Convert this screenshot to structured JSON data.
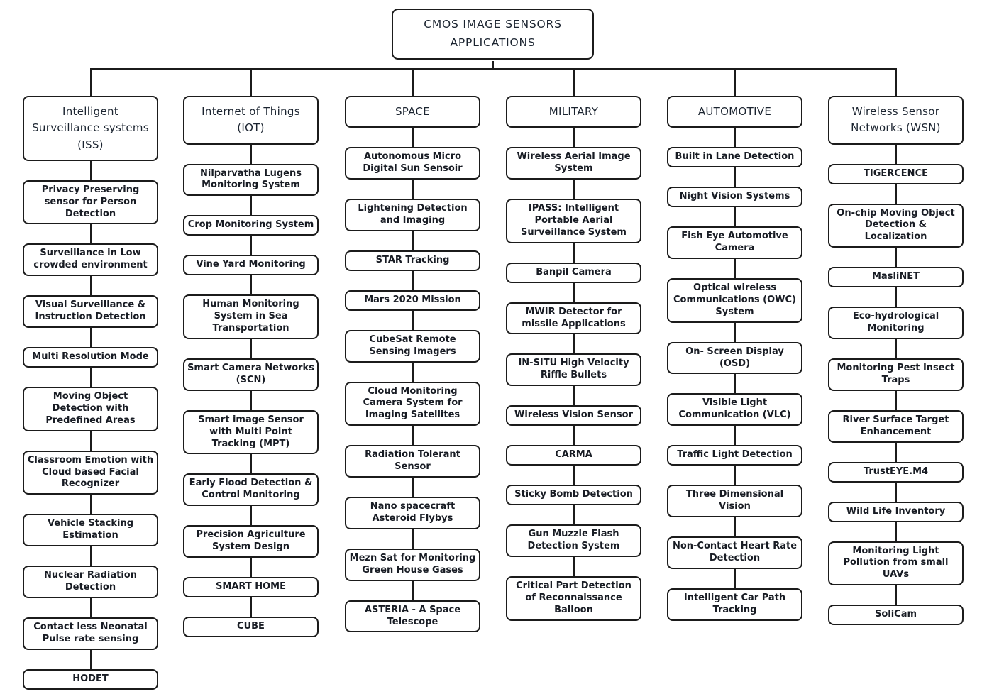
{
  "diagram": {
    "type": "tree",
    "root_title": "CMOS IMAGE SENSORS APPLICATIONS",
    "columns": [
      {
        "header": "Intelligent Surveillance systems (ISS)",
        "items": [
          "Privacy Preserving sensor for Person Detection",
          "Surveillance in Low crowded environment",
          "Visual Surveillance & Instruction Detection",
          "Multi Resolution Mode",
          "Moving Object Detection with Predefined Areas",
          "Classroom Emotion with Cloud based Facial Recognizer",
          "Vehicle Stacking Estimation",
          "Nuclear Radiation Detection",
          "Contact less Neonatal Pulse rate sensing",
          "HODET"
        ]
      },
      {
        "header": "Internet of Things (IOT)",
        "items": [
          "Nilparvatha Lugens Monitoring System",
          "Crop Monitoring System",
          "Vine Yard Monitoring",
          "Human Monitoring System in Sea Transportation",
          "Smart Camera Networks (SCN)",
          "Smart image Sensor with Multi Point Tracking (MPT)",
          "Early Flood Detection & Control Monitoring",
          "Precision Agriculture System Design",
          "SMART HOME",
          "CUBE"
        ]
      },
      {
        "header": "SPACE",
        "items": [
          "Autonomous Micro Digital Sun Sensoir",
          "Lightening Detection and Imaging",
          "STAR Tracking",
          "Mars 2020 Mission",
          "CubeSat Remote Sensing Imagers",
          "Cloud Monitoring Camera System for Imaging Satellites",
          "Radiation Tolerant Sensor",
          "Nano spacecraft Asteroid Flybys",
          "Mezn Sat for Monitoring Green House Gases",
          "ASTERIA - A Space Telescope"
        ]
      },
      {
        "header": "MILITARY",
        "items": [
          "Wireless Aerial Image System",
          "IPASS: Intelligent Portable Aerial Surveillance System",
          "Banpil Camera",
          "MWIR Detector for missile Applications",
          "IN-SITU High Velocity Riffle Bullets",
          "Wireless Vision Sensor",
          "CARMA",
          "Sticky Bomb Detection",
          "Gun Muzzle Flash Detection System",
          "Critical Part Detection of Reconnaissance Balloon"
        ]
      },
      {
        "header": "AUTOMOTIVE",
        "items": [
          "Built in Lane Detection",
          "Night Vision Systems",
          "Fish Eye Automotive Camera",
          "Optical wireless Communications (OWC) System",
          "On- Screen Display (OSD)",
          "Visible Light Communication (VLC)",
          "Traffic Light Detection",
          "Three Dimensional Vision",
          "Non-Contact Heart Rate Detection",
          "Intelligent Car Path Tracking"
        ]
      },
      {
        "header": "Wireless Sensor Networks (WSN)",
        "items": [
          "TIGERCENCE",
          "On-chip Moving Object Detection & Localization",
          "MasliNET",
          "Eco-hydrological Monitoring",
          "Monitoring Pest Insect Traps",
          "River Surface Target Enhancement",
          "TrustEYE.M4",
          "Wild Life Inventory",
          "Monitoring Light Pollution from small UAVs",
          "SoliCam"
        ]
      }
    ]
  },
  "colors": {
    "line": "#1b1b1b",
    "text": "#181c24",
    "background": "#ffffff"
  }
}
